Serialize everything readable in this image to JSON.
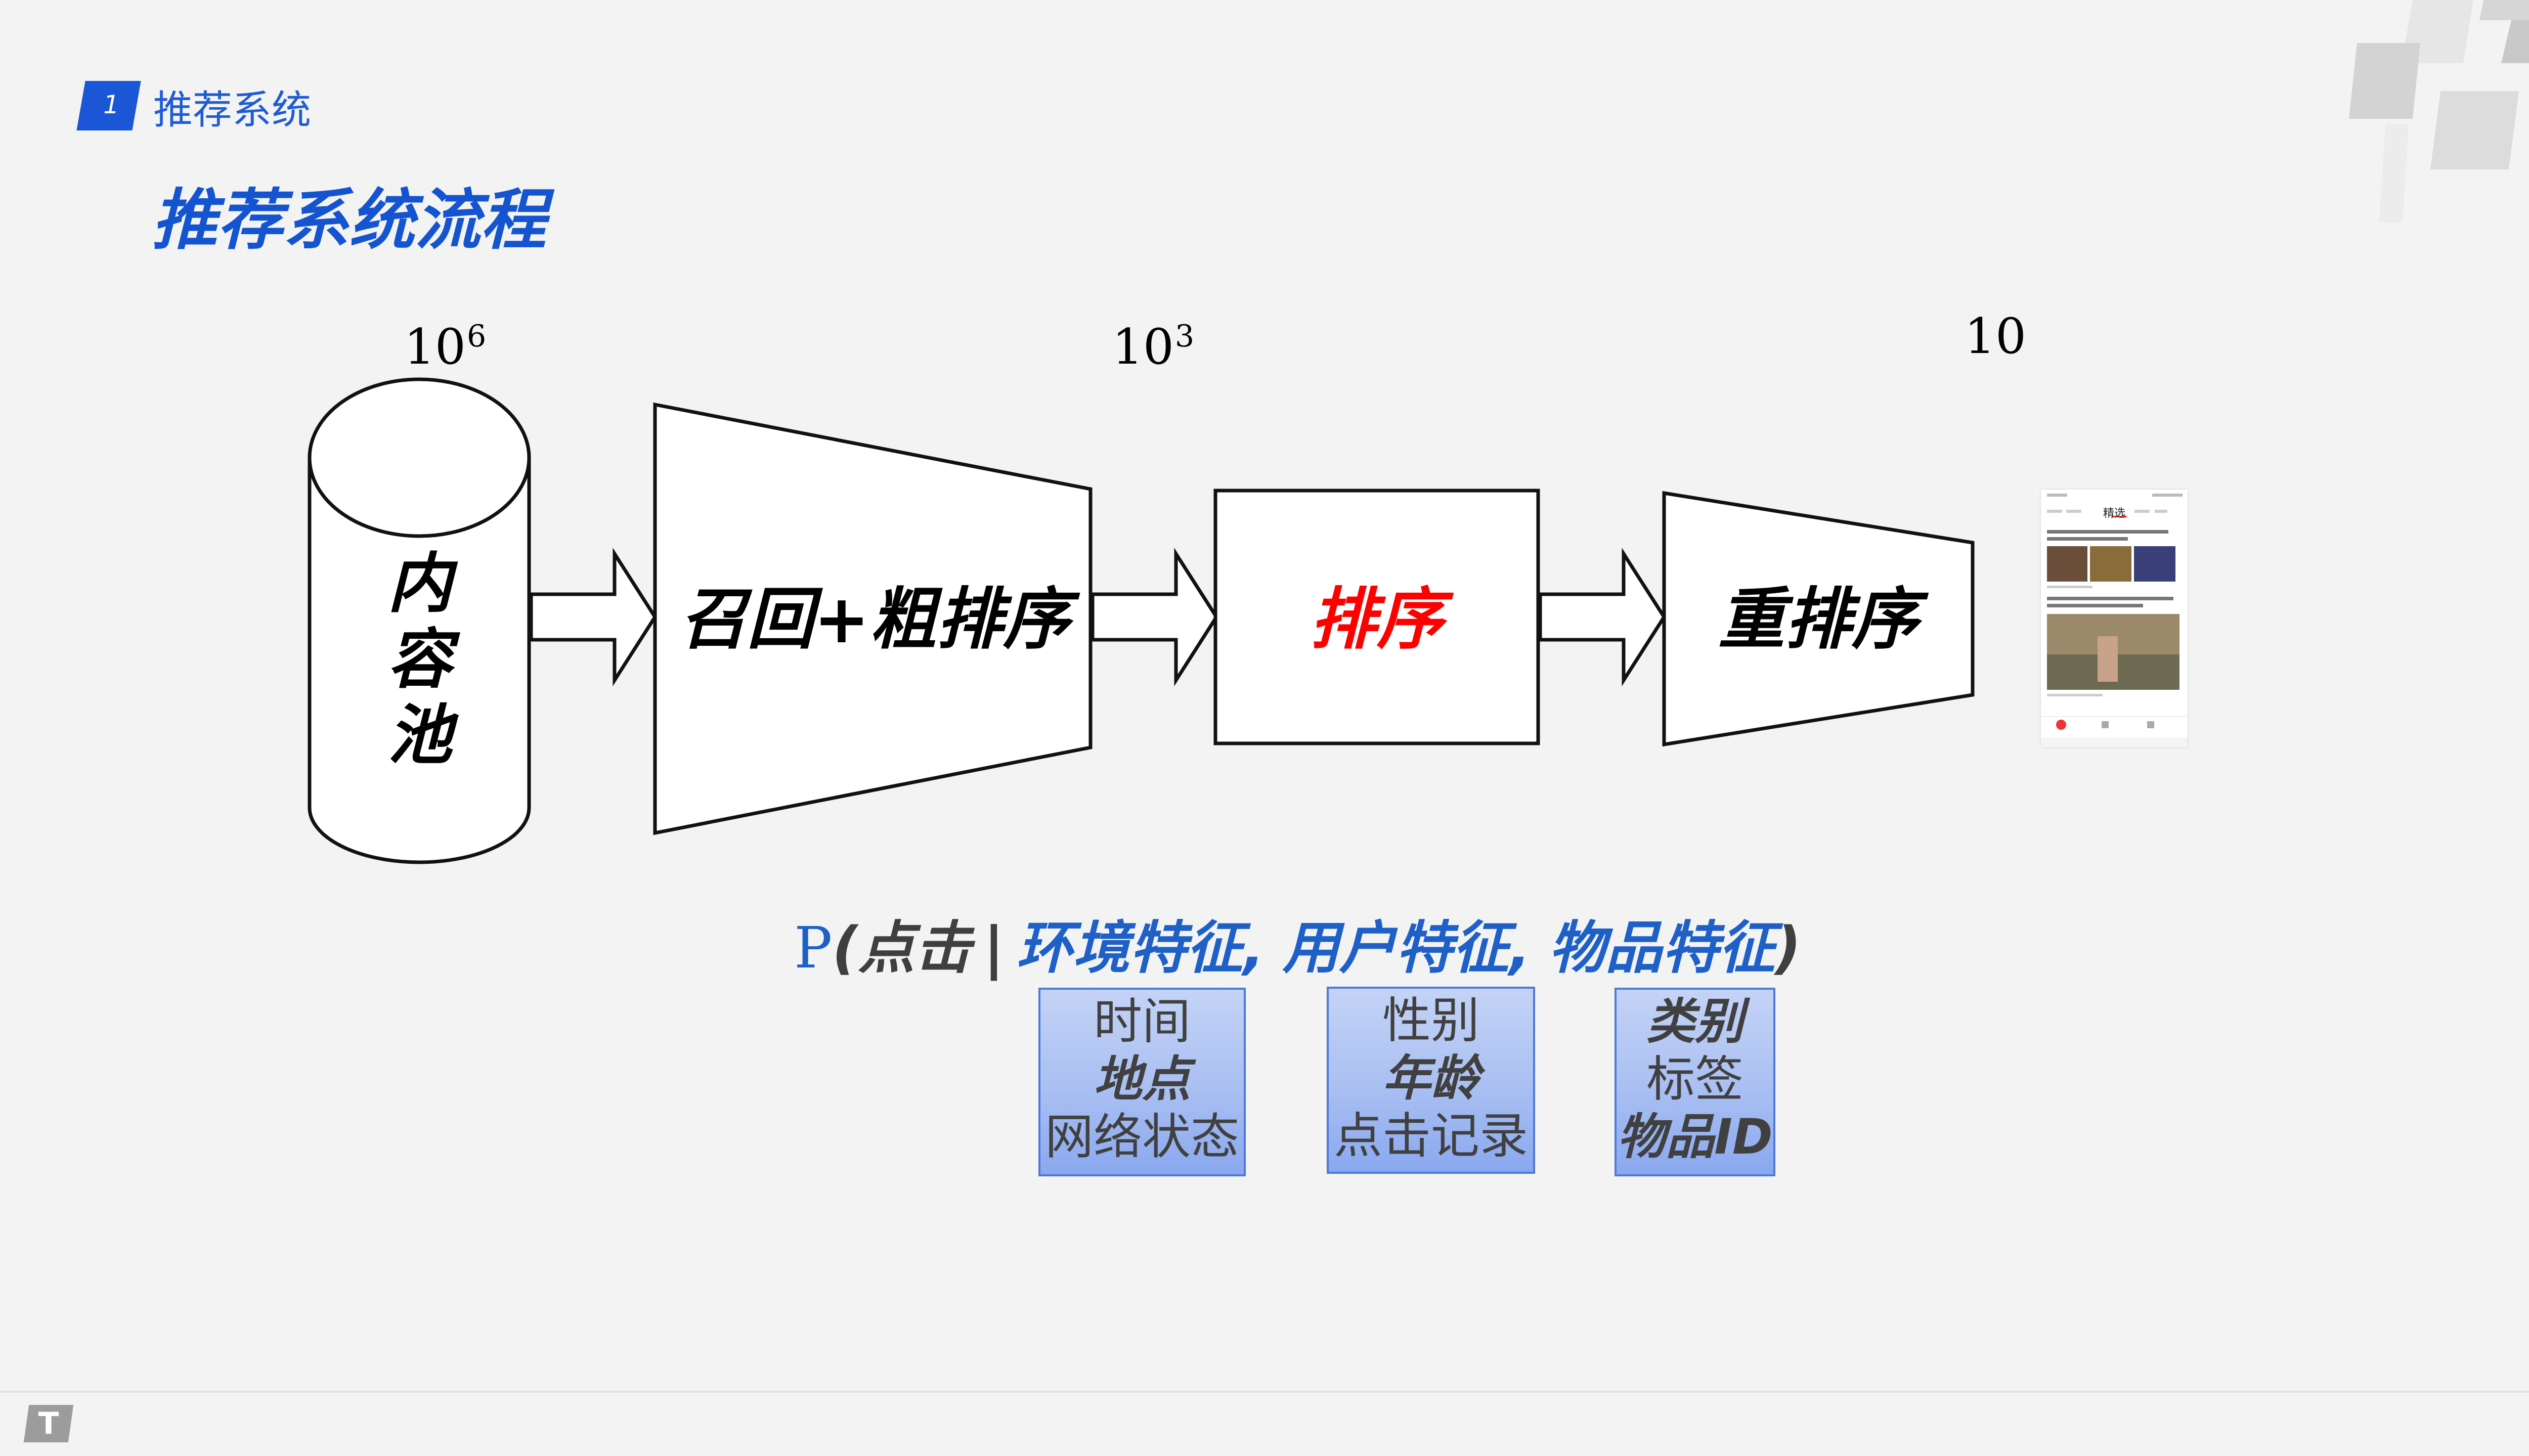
{
  "header": {
    "badge_number": "1",
    "section_label": "推荐系统"
  },
  "title": "推荐系统流程",
  "counts": [
    {
      "base": "10",
      "exp": "6"
    },
    {
      "base": "10",
      "exp": "3"
    },
    {
      "base": "10",
      "exp": ""
    }
  ],
  "pool_label": [
    "内",
    "容",
    "池"
  ],
  "stages": {
    "recall": "召回+粗排序",
    "rank": "排序",
    "rerank": "重排序"
  },
  "colors": {
    "accent": "#1454d0",
    "rank_text": "#ff0000",
    "feature_box": "#a9bff2",
    "formula_blue": "#1e60c7"
  },
  "formula": {
    "p": "P",
    "open": "(点击",
    "bar": "|",
    "context": "环境特征",
    "user": "用户特征",
    "item": "物品特征",
    "comma": ",",
    "close": ")"
  },
  "features": {
    "context": [
      "时间",
      "地点",
      "网络状态"
    ],
    "user": [
      "性别",
      "年龄",
      "点击记录"
    ],
    "item": [
      "类别",
      "标签",
      "物品ID"
    ]
  },
  "phone": {
    "active_tab": "精选"
  },
  "footer": {
    "logo_letter": "T"
  }
}
